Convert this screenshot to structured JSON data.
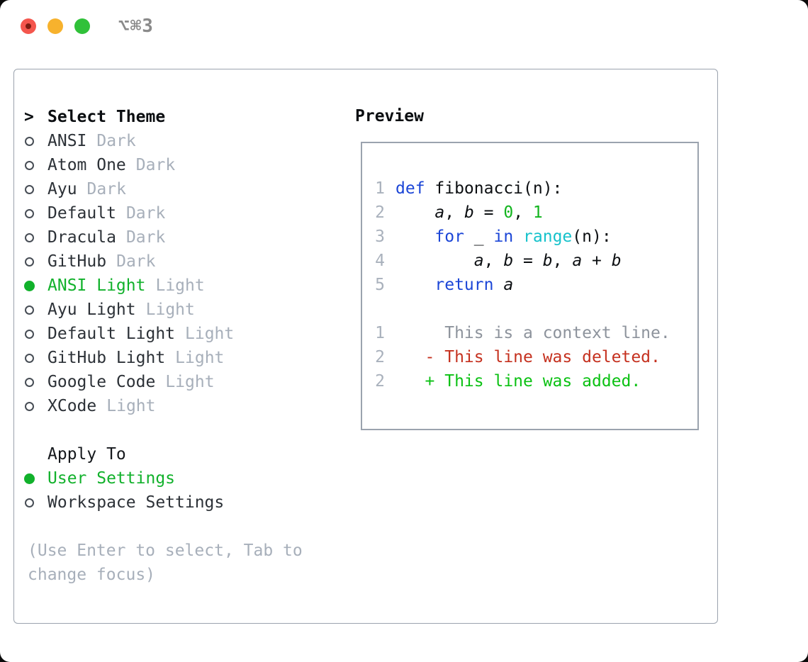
{
  "titlebar": {
    "title": "⌥⌘3",
    "buttons": [
      "close",
      "minimize",
      "zoom"
    ]
  },
  "theme_panel": {
    "header": {
      "prefix": ">",
      "label": "Select Theme"
    },
    "items": [
      {
        "name": "ANSI",
        "variant": "Dark",
        "selected": false
      },
      {
        "name": "Atom One",
        "variant": "Dark",
        "selected": false
      },
      {
        "name": "Ayu",
        "variant": "Dark",
        "selected": false
      },
      {
        "name": "Default",
        "variant": "Dark",
        "selected": false
      },
      {
        "name": "Dracula",
        "variant": "Dark",
        "selected": false
      },
      {
        "name": "GitHub",
        "variant": "Dark",
        "selected": false
      },
      {
        "name": "ANSI Light",
        "variant": "Light",
        "selected": true
      },
      {
        "name": "Ayu Light",
        "variant": "Light",
        "selected": false
      },
      {
        "name": "Default Light",
        "variant": "Light",
        "selected": false
      },
      {
        "name": "GitHub Light",
        "variant": "Light",
        "selected": false
      },
      {
        "name": "Google Code",
        "variant": "Light",
        "selected": false
      },
      {
        "name": "XCode",
        "variant": "Light",
        "selected": false
      }
    ],
    "apply_to": {
      "label": "Apply To",
      "options": [
        {
          "name": "User Settings",
          "selected": true
        },
        {
          "name": "Workspace Settings",
          "selected": false
        }
      ]
    },
    "help": [
      "(Use Enter to select, Tab to",
      "change focus)"
    ]
  },
  "preview": {
    "title": "Preview",
    "lines": [
      {
        "num": "1",
        "tokens": [
          {
            "text": "def",
            "style": "k"
          },
          {
            "text": " fibonacci(n):",
            "style": "p"
          }
        ]
      },
      {
        "num": "2",
        "tokens": [
          {
            "text": "    ",
            "style": "p"
          },
          {
            "text": "a",
            "style": "v"
          },
          {
            "text": ", ",
            "style": "p"
          },
          {
            "text": "b",
            "style": "v"
          },
          {
            "text": " = ",
            "style": "p"
          },
          {
            "text": "0",
            "style": "n"
          },
          {
            "text": ", ",
            "style": "p"
          },
          {
            "text": "1",
            "style": "n"
          }
        ]
      },
      {
        "num": "3",
        "tokens": [
          {
            "text": "    ",
            "style": "p"
          },
          {
            "text": "for",
            "style": "k"
          },
          {
            "text": " _ ",
            "style": "p"
          },
          {
            "text": "in",
            "style": "k"
          },
          {
            "text": " ",
            "style": "p"
          },
          {
            "text": "range",
            "style": "b"
          },
          {
            "text": "(n):",
            "style": "p"
          }
        ]
      },
      {
        "num": "4",
        "tokens": [
          {
            "text": "        ",
            "style": "p"
          },
          {
            "text": "a",
            "style": "v"
          },
          {
            "text": ", ",
            "style": "p"
          },
          {
            "text": "b",
            "style": "v"
          },
          {
            "text": " = ",
            "style": "p"
          },
          {
            "text": "b",
            "style": "v"
          },
          {
            "text": ", ",
            "style": "p"
          },
          {
            "text": "a",
            "style": "v"
          },
          {
            "text": " + ",
            "style": "p"
          },
          {
            "text": "b",
            "style": "v"
          }
        ]
      },
      {
        "num": "5",
        "tokens": [
          {
            "text": "    ",
            "style": "p"
          },
          {
            "text": "return",
            "style": "k"
          },
          {
            "text": " ",
            "style": "p"
          },
          {
            "text": "a",
            "style": "v"
          }
        ]
      },
      {
        "num": "",
        "tokens": []
      },
      {
        "num": "1",
        "tokens": [
          {
            "text": "     This is a context line.",
            "style": "c"
          }
        ]
      },
      {
        "num": "2",
        "tokens": [
          {
            "text": "   - This line was deleted.",
            "style": "d"
          }
        ]
      },
      {
        "num": "2",
        "tokens": [
          {
            "text": "   + This line was added.",
            "style": "a"
          }
        ]
      }
    ]
  },
  "colors": {
    "accent_green": "#11b12b",
    "keyword_blue": "#1c46d7",
    "number_green": "#12b41e",
    "builtin_cyan": "#16c2cb",
    "deleted_red": "#c5311f",
    "added_green": "#0bc113",
    "context_gray": "#8d939c",
    "muted_gray": "#a7afba",
    "text_dark": "#2c3137",
    "heading_black": "#0b0e11",
    "border_gray": "#9ba3ae",
    "linenum_gray": "#a9b1bc",
    "titlebar_gray": "#8a8a8a",
    "light_red": "#f4564d",
    "light_yellow": "#f7b22d",
    "light_green": "#30c139",
    "red_dot": "#7d1d12"
  }
}
